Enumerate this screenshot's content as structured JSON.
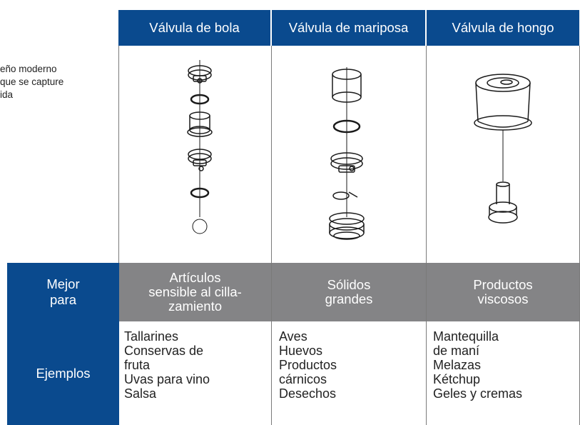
{
  "side_note": "eño moderno\nque se capture\nida",
  "header": {
    "columns": [
      "Válvula de bola",
      "Válvula de mariposa",
      "Válvula de hongo"
    ]
  },
  "rows": {
    "best_for": {
      "label": "Mejor\npara",
      "values": [
        "Artículos\nsensible al cilla-\nzamiento",
        "Sólidos\ngrandes",
        "Productos\nviscosos"
      ]
    },
    "examples": {
      "label": "Ejemplos",
      "ball": [
        "Tallarines",
        "Conservas de",
        "fruta",
        "Uvas para vino",
        "Salsa"
      ],
      "butterfly": [
        "Aves",
        "Huevos",
        "Productos",
        "cárnicos",
        "Desechos"
      ],
      "mushroom": [
        "Mantequilla",
        "de maní",
        "Melazas",
        "Kétchup",
        "Geles y cremas"
      ]
    }
  },
  "colors": {
    "header_blue": "#0a4a8e",
    "best_for_gray": "#848486",
    "grid_line": "#7a7a7a"
  }
}
